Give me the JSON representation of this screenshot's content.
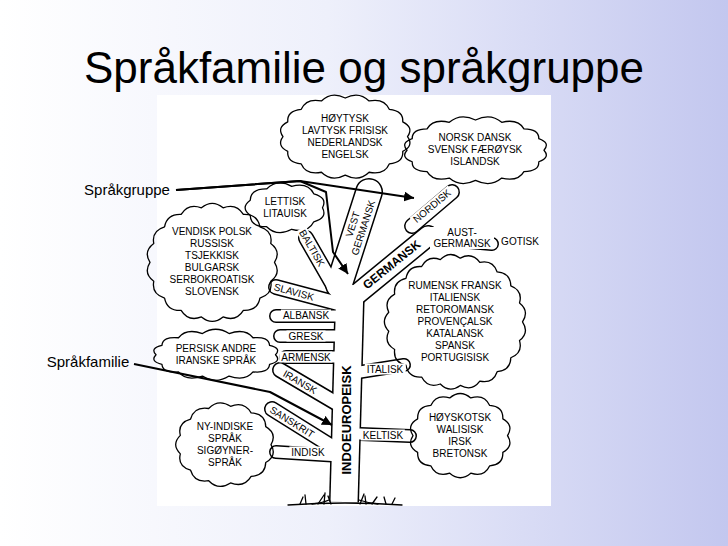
{
  "diagram": {
    "title": "Språkfamilie og språkgruppe",
    "nodes": [
      {
        "text": [
          "HØYTYSK LAVTYSK FRISISK NEDERLANDSK ENGELSK"
        ]
      },
      {
        "text": [
          "NORSK DANSK SVENSK FÆRØYSK ISLANDSK"
        ]
      },
      {
        "text": [
          "LETTISK LITAUISK"
        ]
      },
      {
        "text": [
          "VENDISK POLSK RUSSISK TSJEKKISK BULGARSK SERBOKROATISK SLOVENSK"
        ]
      },
      {
        "text": [
          "RUMENSK FRANSK ITALIENSK RETOROMANSK PROVENÇALSK KATALANSK SPANSK PORTUGISISK"
        ]
      },
      {
        "text": [
          "PERSISK ANDRE IRANSKE SPRÅK"
        ]
      },
      {
        "text": [
          "HØYSKOTSK WALISISK IRSK BRETONSK"
        ]
      },
      {
        "text": [
          "NY-INDISKE SPRÅK SIGØYNER- SPRÅK"
        ]
      }
    ],
    "labels": [
      "Språkgruppe",
      "Språkfamilie",
      "VEST GERMANSK",
      "NORDISK",
      "BALTISK",
      "GERMANSK",
      "AUST- GERMANSK",
      "GOTISK",
      "SLAVISK",
      "ALBANSK",
      "GRESK",
      "ARMENSK",
      "ITALISK",
      "IRANSK",
      "SANSKRIT",
      "KELTISK",
      "INDISK",
      "INDOEUROPEISK"
    ]
  }
}
